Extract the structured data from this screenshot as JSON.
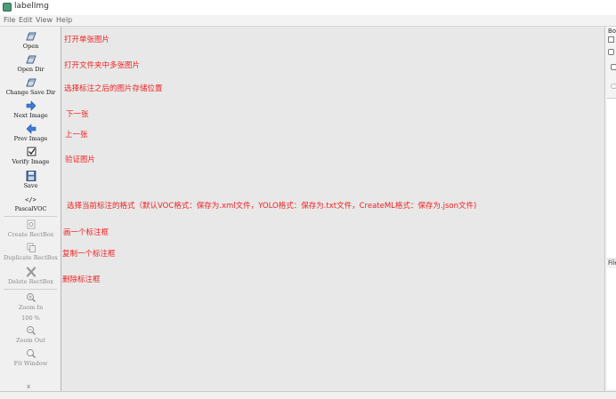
{
  "window": {
    "title": "labelImg"
  },
  "menu": [
    "File",
    "Edit",
    "View",
    "Help"
  ],
  "toolbar": {
    "open": "Open",
    "open_dir": "Open Dir",
    "change_save_dir": "Change Save Dir",
    "next_image": "Next Image",
    "prev_image": "Prev Image",
    "verify_image": "Verify Image",
    "save": "Save",
    "format_icon": "</>",
    "format": "PascalVOC",
    "create_rectbox": "Create RectBox",
    "duplicate_rectbox": "Duplicate RectBox",
    "delete_rectbox": "Delete RectBox",
    "zoom_in": "Zoom In",
    "zoom_level": "100 %",
    "zoom_out": "Zoom Out",
    "fit_window": "Fit Window",
    "more": "x"
  },
  "annotations": {
    "open": "打开单张图片",
    "open_dir": "打开文件夹中多张图片",
    "change_save_dir": "选择标注之后的图片存储位置",
    "next_image": "下一张",
    "prev_image": "上一张",
    "verify_image": "验证图片",
    "format": "选择当前标注的格式（默认VOC格式：保存为.xml文件，YOLO格式：保存为.txt文件，CreateML格式：保存为.json文件)",
    "create_rectbox": "画一个标注框",
    "duplicate_rectbox": "复制一个标注框",
    "delete_rectbox": "删除标注框"
  },
  "right_dock": {
    "box_title": "Bo",
    "file_title": "File"
  },
  "colors": {
    "annotation": "#ee2222",
    "icon_blue": "#3b7dd8",
    "app_icon": "#4c9b7a"
  }
}
